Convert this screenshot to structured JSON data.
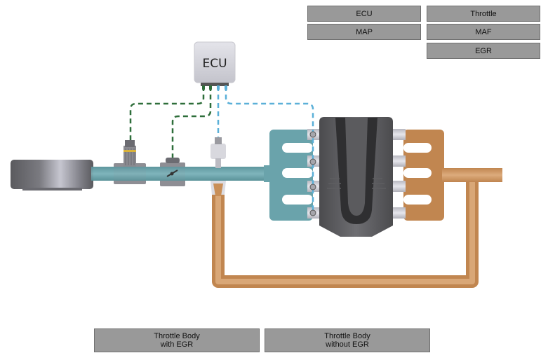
{
  "buttons": {
    "ecu": "ECU",
    "map": "MAP",
    "throttle": "Throttle",
    "maf": "MAF",
    "egr": "EGR",
    "throttle_with_egr": [
      "Throttle Body",
      "with EGR"
    ],
    "throttle_without_egr": [
      "Throttle Body",
      "without EGR"
    ]
  },
  "diagram": {
    "ecu_label": "ECU",
    "colors": {
      "intake": "#6aa3ab",
      "exhaust": "#c98f58",
      "engine": "#555558",
      "signal_green": "#2e6e3a",
      "signal_blue": "#5bb0d8",
      "ecu_box": "#d5d5da"
    }
  }
}
